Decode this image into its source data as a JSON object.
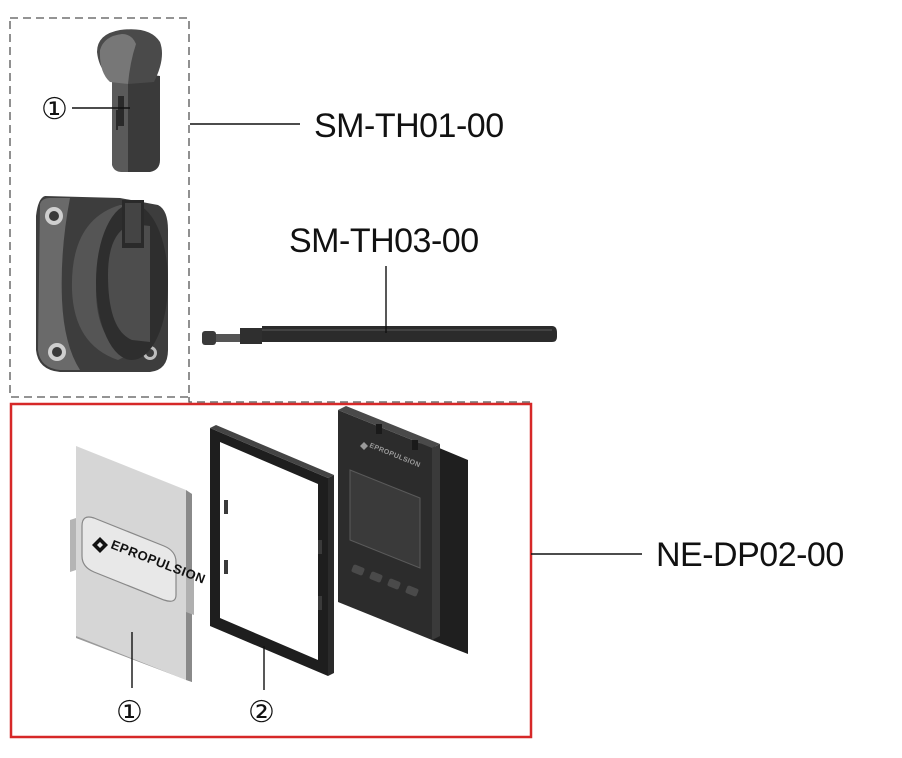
{
  "labels": {
    "throttle_head": "SM-TH01-00",
    "throttle_cable": "SM-TH03-00",
    "display": "NE-DP02-00"
  },
  "callouts": {
    "throttle_head_part": "①",
    "display_cover_part": "①",
    "display_frame_part": "②"
  },
  "brand": {
    "logo_text": "EPROPULSION"
  },
  "colors": {
    "highlight_box": "#d62828",
    "dashed_box": "#555555",
    "part_dark": "#3b3b3b",
    "part_cover": "#cfcfcf"
  }
}
